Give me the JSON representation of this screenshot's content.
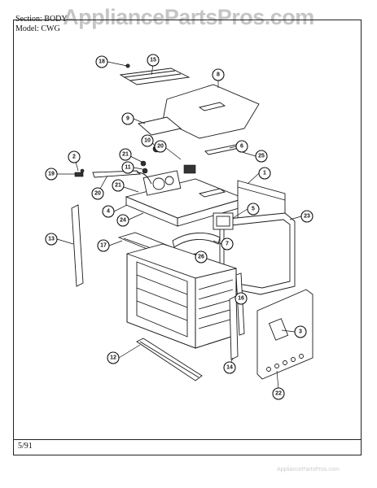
{
  "watermark": "AppliancePartsPros.com",
  "watermark_small": "AppliancePartsPros.com",
  "header": {
    "section": "Section: BODY",
    "model": "Model: CWG"
  },
  "footer": {
    "date": "5/91"
  },
  "callouts": [
    "18",
    "15",
    "8",
    "9",
    "10",
    "20",
    "6",
    "25",
    "2",
    "21",
    "11",
    "19",
    "1",
    "20",
    "21",
    "5",
    "4",
    "24",
    "23",
    "13",
    "17",
    "7",
    "26",
    "16",
    "3",
    "12",
    "14",
    "22"
  ]
}
